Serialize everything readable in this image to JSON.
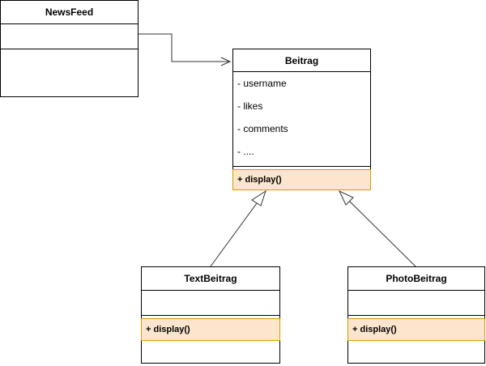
{
  "colors": {
    "line": "#000000",
    "fill": "#ffffff",
    "highlight_fill": "#fce5cd",
    "highlight_border": "#d79b00",
    "edge": "#333333"
  },
  "classes": {
    "newsfeed": {
      "name": "NewsFeed"
    },
    "beitrag": {
      "name": "Beitrag",
      "attributes": [
        "- username",
        "- likes",
        "- comments",
        "- ...."
      ],
      "method": "+ display()"
    },
    "textbeitrag": {
      "name": "TextBeitrag",
      "method": "+ display()"
    },
    "photobeitrag": {
      "name": "PhotoBeitrag",
      "method": "+ display()"
    }
  },
  "relations": [
    {
      "from": "NewsFeed",
      "to": "Beitrag",
      "type": "association"
    },
    {
      "from": "TextBeitrag",
      "to": "Beitrag",
      "type": "generalization"
    },
    {
      "from": "PhotoBeitrag",
      "to": "Beitrag",
      "type": "generalization"
    }
  ]
}
